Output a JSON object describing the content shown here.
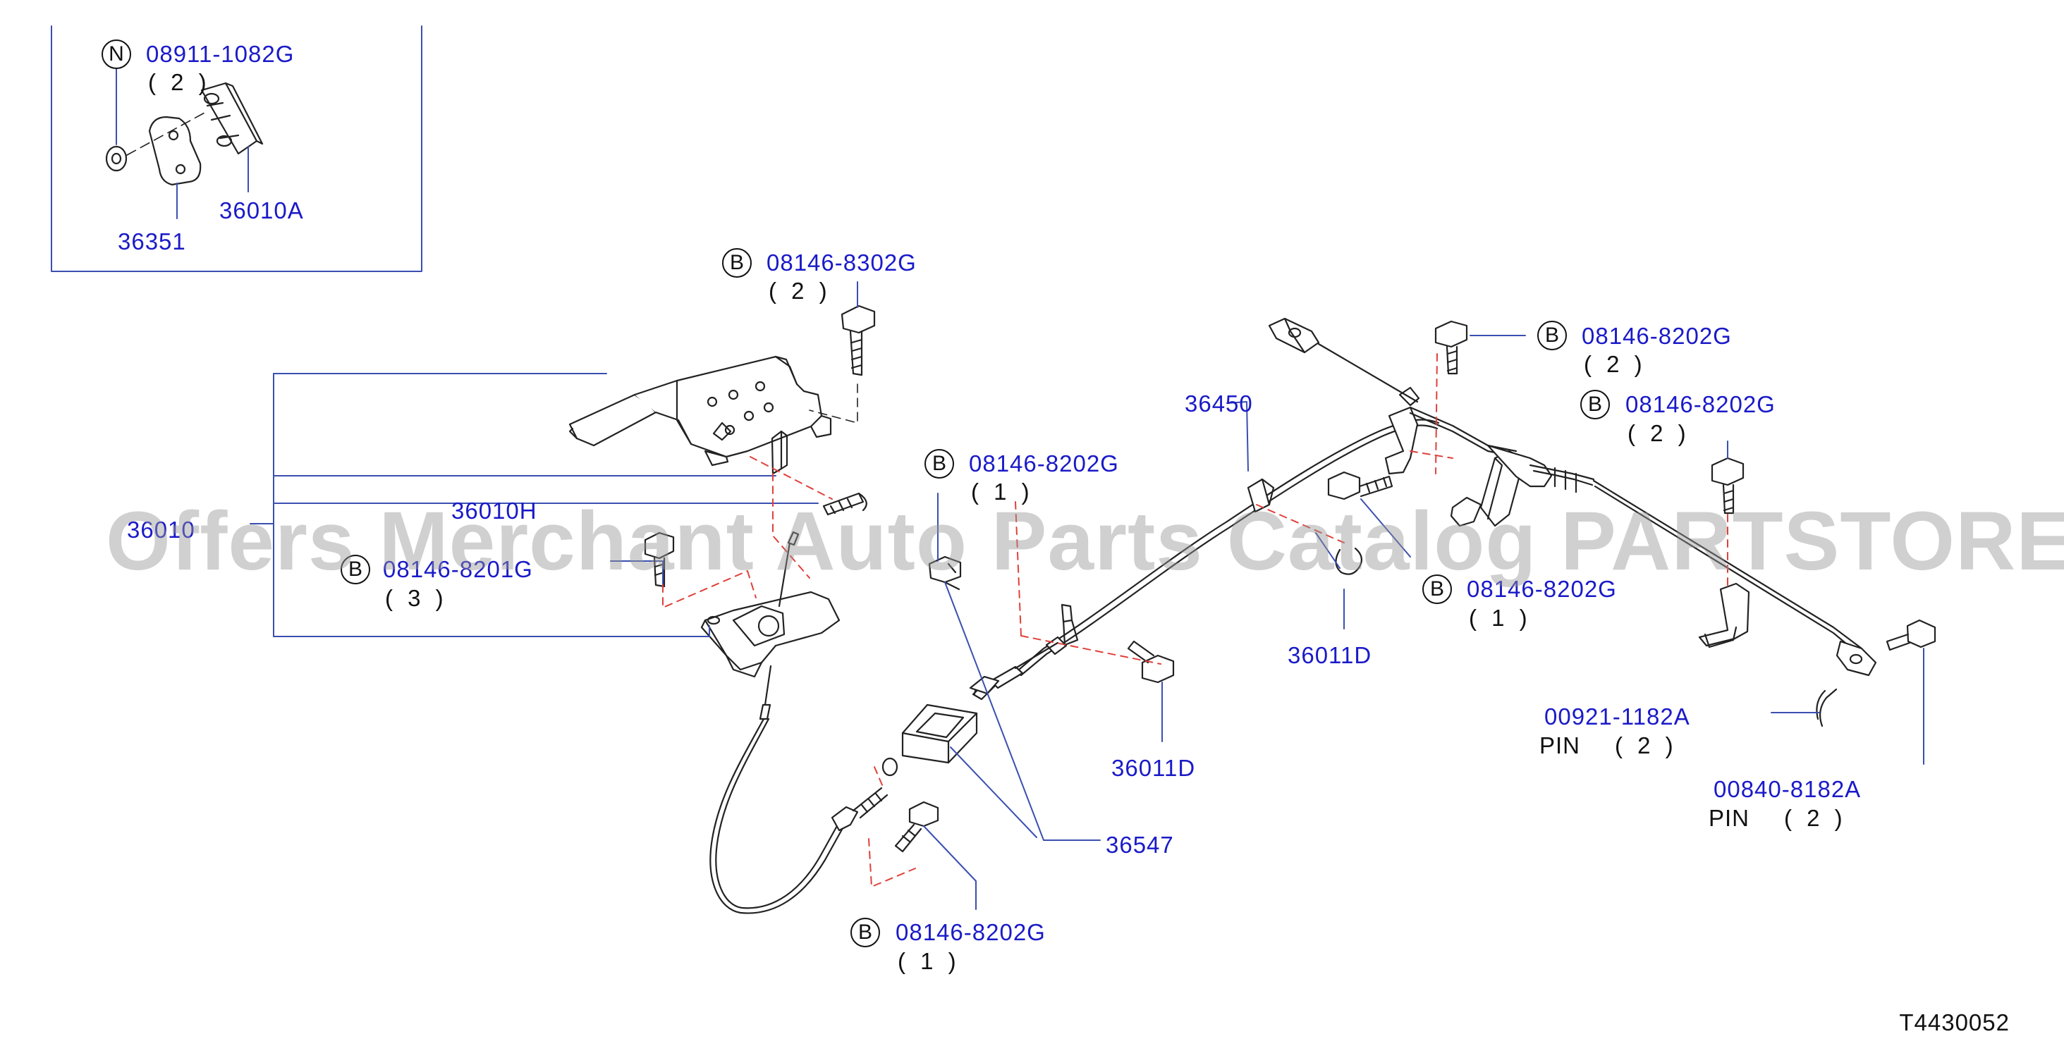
{
  "callouts": [
    {
      "id": "n-08911",
      "badge": "N",
      "part": "08911-1082G",
      "qty": "( 2 )"
    },
    {
      "id": "b-08146-8302",
      "badge": "B",
      "part": "08146-8302G",
      "qty": "( 2 )"
    },
    {
      "id": "b-08146-8201",
      "badge": "B",
      "part": "08146-8201G",
      "qty": "( 3 )"
    },
    {
      "id": "b-08146-8202-a",
      "badge": "B",
      "part": "08146-8202G",
      "qty": "( 1 )"
    },
    {
      "id": "b-08146-8202-b",
      "badge": "B",
      "part": "08146-8202G",
      "qty": "( 1 )"
    },
    {
      "id": "b-08146-8202-c",
      "badge": "B",
      "part": "08146-8202G",
      "qty": "( 2 )"
    },
    {
      "id": "b-08146-8202-d",
      "badge": "B",
      "part": "08146-8202G",
      "qty": "( 2 )"
    },
    {
      "id": "b-08146-8202-e",
      "badge": "B",
      "part": "08146-8202G",
      "qty": "( 1 )"
    }
  ],
  "parts": {
    "p36351": "36351",
    "p36010A": "36010A",
    "p36010H": "36010H",
    "p36010": "36010",
    "p36450": "36450",
    "p36011D_a": "36011D",
    "p36011D_b": "36011D",
    "p36547": "36547"
  },
  "pins": [
    {
      "id": "pin-00921",
      "part": "00921-1182A",
      "prefix": "PIN",
      "qty": "( 2 )"
    },
    {
      "id": "pin-00840",
      "part": "00840-8182A",
      "prefix": "PIN",
      "qty": "( 2 )"
    }
  ],
  "diagram_code": "T4430052",
  "watermark": "Offers Merchant Auto Parts Catalog PARTSTORE.SA",
  "colors": {
    "part_number": "#1a1ac8",
    "leader": "#3a4fb0",
    "dash": "#e0403a",
    "line": "#222222"
  }
}
